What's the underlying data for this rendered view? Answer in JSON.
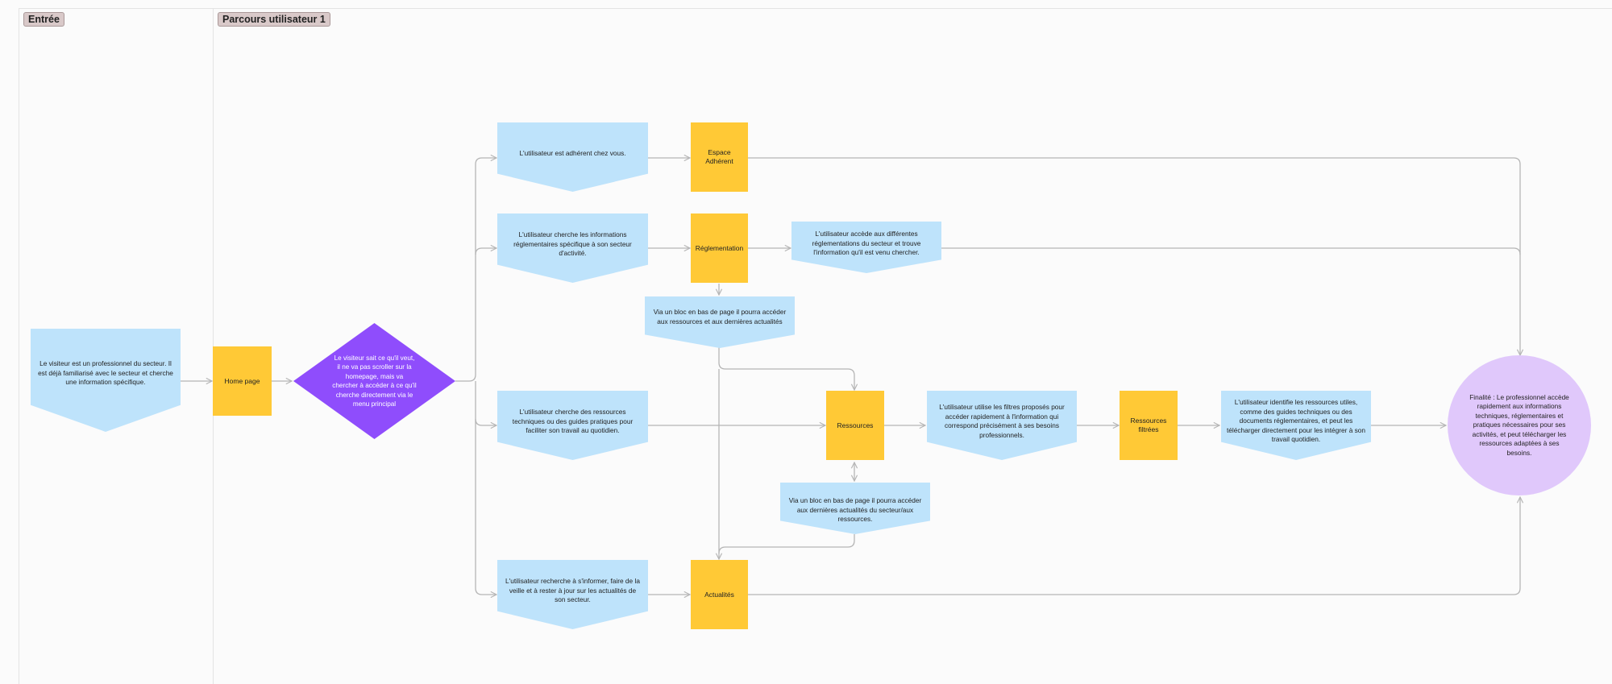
{
  "sections": {
    "entry": "Entrée",
    "journey": "Parcours utilisateur 1"
  },
  "colors": {
    "banner": "#bee3fb",
    "square": "#ffc936",
    "diamond": "#8f4dfc",
    "circle": "#e0c8fb",
    "connector": "#b5b5b5"
  },
  "nodes": {
    "visitor": "Le visiteur est un professionnel du secteur. Il est déjà familiarisé avec le secteur et cherche une information spécifique.",
    "home": "Home page",
    "decision": "Le visiteur sait ce qu'il veut, il ne va pas scroller sur la homepage, mais va chercher à accéder à ce qu'il cherche directement via le menu principal",
    "member_user": "L'utilisateur est adhérent chez vous.",
    "member_space": "Espace Adhérent",
    "regulation_user": "L'utilisateur cherche les informations réglementaires spécifique à son secteur d'activité.",
    "regulation": "Réglementation",
    "regulation_result": "L'utilisateur accède aux différentes réglementations du secteur et trouve l'information qu'il est venu chercher.",
    "regulation_bottom": "Via un bloc en bas de page il pourra accéder aux ressources et aux  dernières actualités",
    "resources_user": "L'utilisateur cherche des ressources techniques ou des guides pratiques pour faciliter son travail au quotidien.",
    "resources": "Ressources",
    "filters_user": "L'utilisateur utilise les filtres proposés pour accéder rapidement à l'information qui correspond précisément à ses besoins professionnels.",
    "filtered_resources": "Ressources filtrées",
    "identify_user": "L'utilisateur identifie les ressources utiles, comme des guides techniques ou des documents réglementaires, et peut les télécharger directement pour les intégrer à son travail quotidien.",
    "resources_bottom": "Via un bloc en bas de page il pourra accéder aux dernières actualités du secteur/aux ressources.",
    "news_user": "L'utilisateur recherche à s'informer, faire de la veille et à rester à jour sur les actualités de son secteur.",
    "news": "Actualités",
    "goal": "Finalité : Le professionnel accède rapidement aux informations techniques, réglementaires et pratiques nécessaires pour ses activités, et peut télécharger les ressources adaptées à ses besoins."
  }
}
